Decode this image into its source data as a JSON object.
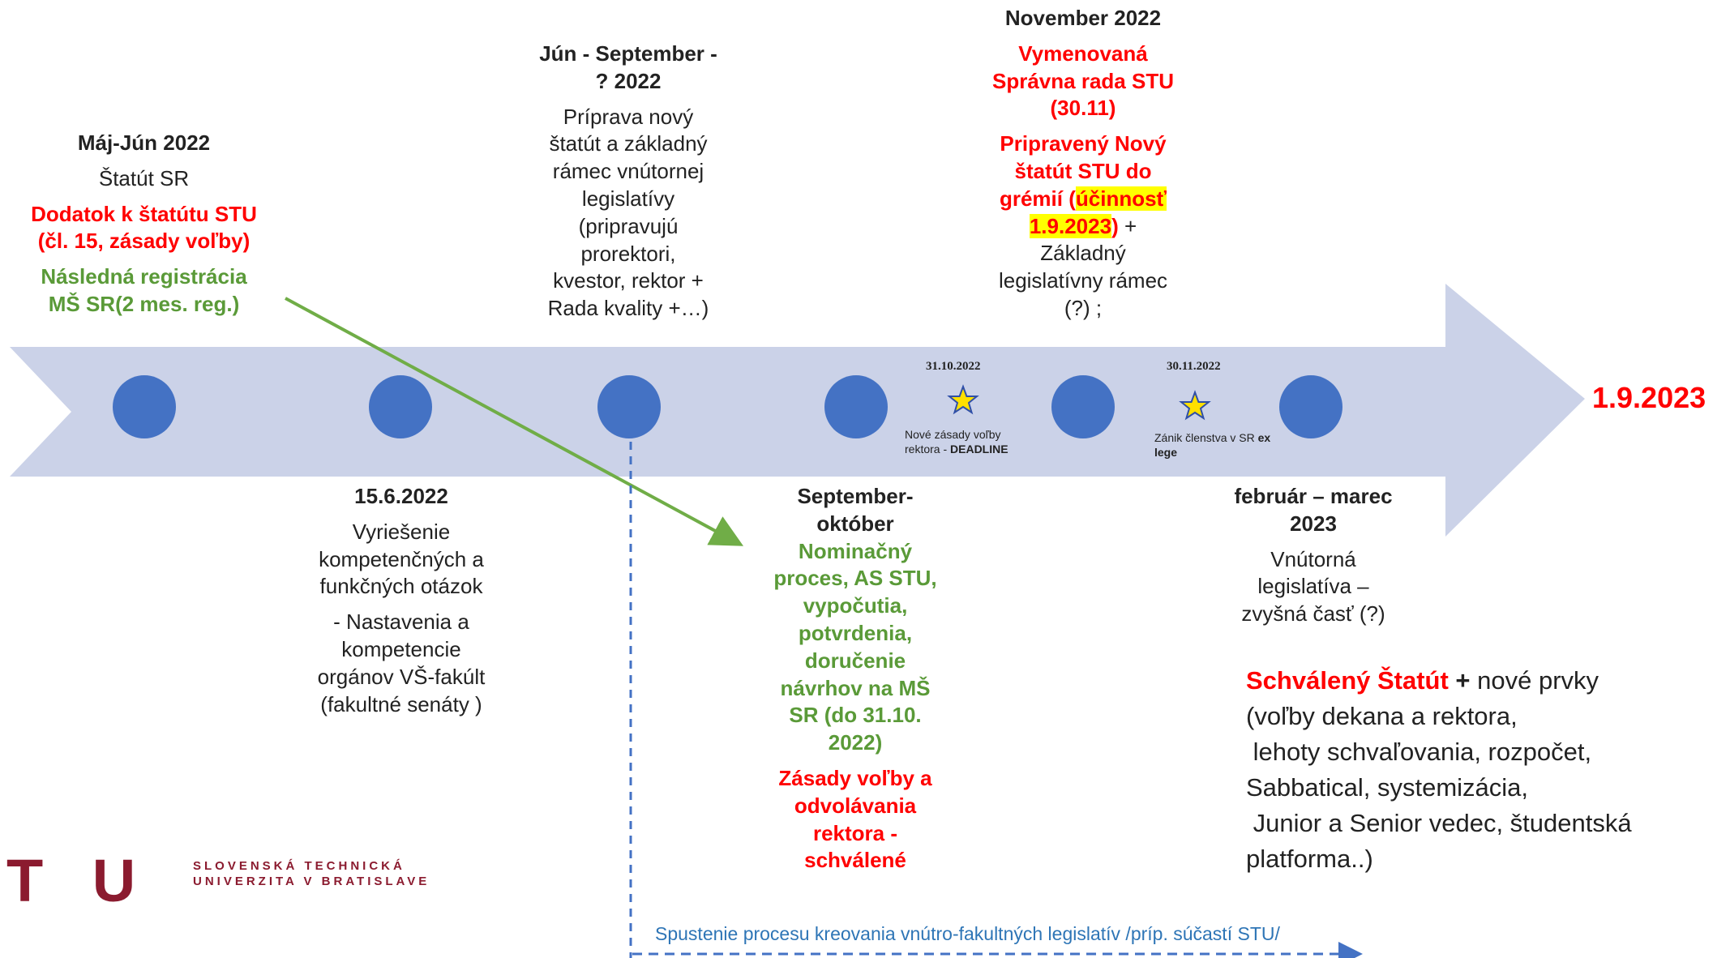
{
  "colors": {
    "arrow": "#cbd2e8",
    "circle": "#4472c4",
    "red": "#ff0000",
    "green": "#5a9a38",
    "blue_dashed": "#4472c4",
    "logo": "#8b1b2f",
    "highlight": "#ffff00"
  },
  "end_label": "1.9.2023",
  "block1": {
    "title": "Máj-Jún 2022",
    "sub": "Štatút SR",
    "red": [
      "Dodatok k štatútu STU",
      "(čl. 15, zásady voľby)"
    ],
    "green": [
      "Následná registrácia",
      "MŠ SR(2 mes. reg.)"
    ]
  },
  "block2": {
    "title": "15.6.2022",
    "lines1": [
      "Vyriešenie",
      "kompetenčných  a",
      "funkčných otázok"
    ],
    "lines2": [
      "- Nastavenia a",
      "kompetencie",
      "orgánov VŠ-fakúlt",
      "(fakultné senáty )"
    ]
  },
  "block3": {
    "title": [
      "Jún -  September -",
      "? 2022"
    ],
    "lines": [
      "Príprava nový",
      "štatút a základný",
      "rámec vnútornej",
      "legislatívy",
      "(pripravujú",
      "prorektori,",
      "kvestor, rektor +",
      "Rada kvality +…)"
    ]
  },
  "block4": {
    "title": [
      "September-",
      "október"
    ],
    "green": [
      "Nominačný",
      "proces, AS STU,",
      "vypočutia,",
      "potvrdenia,",
      "doručenie",
      "návrhov na MŠ",
      "SR (do 31.10.",
      "2022)"
    ],
    "red": [
      "Zásady voľby a",
      "odvolávania",
      "rektora -",
      "schválené"
    ]
  },
  "block5": {
    "title": "November 2022",
    "red1": [
      "Vymenovaná",
      "Správna rada STU",
      "(30.11)"
    ],
    "red2_a": [
      "Pripravený Nový",
      "štatút STU do"
    ],
    "red2_b": "grémií (",
    "hl1": "účinnosť",
    "hl2": "1.9.2023",
    "red2_c": ")",
    "plus": " +",
    "lines": [
      "Základný",
      "legislatívny rámec",
      "(?) ;"
    ]
  },
  "block6": {
    "title": [
      "február – marec",
      "2023"
    ],
    "lines": [
      "Vnútorná",
      "legislatíva –",
      "zvyšná časť (?)"
    ]
  },
  "marker1": {
    "date": "31.10.2022",
    "text1": "Nové zásady voľby",
    "text2a": "rektora - ",
    "text2b": "DEADLINE"
  },
  "marker2": {
    "date": "30.11.2022",
    "text1a": "Zánik členstva v SR ",
    "text1b": "ex",
    "text2": "lege"
  },
  "approved": {
    "red": "Schválený Štatút",
    "plus": " + ",
    "rest": "nové prvky",
    "lines": [
      "(voľby dekana a rektora,",
      " lehoty schvaľovania, rozpočet,",
      "Sabbatical, systemizácia,",
      " Junior a Senior vedec, študentská",
      "platforma..)"
    ]
  },
  "dashed_label": "Spustenie procesu kreovania vnútro-fakultných legislatív /príp. súčastí STU/",
  "logo": {
    "letters": "T U",
    "line1": "SLOVENSKÁ TECHNICKÁ",
    "line2": "UNIVERZITA V BRATISLAVE"
  }
}
